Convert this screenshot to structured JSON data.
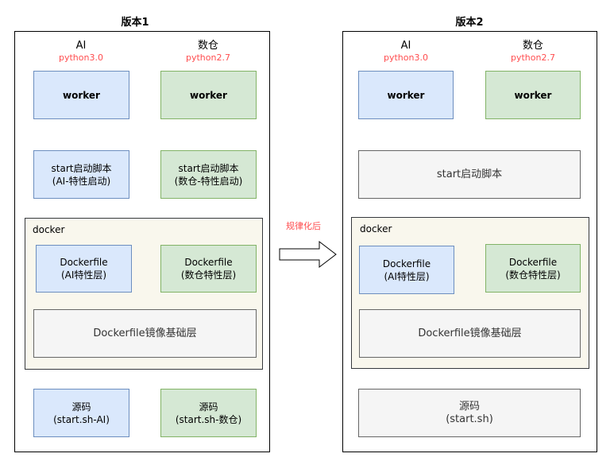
{
  "v1": {
    "title": "版本1",
    "col_ai": {
      "name": "AI",
      "py": "python3.0"
    },
    "col_dc": {
      "name": "数仓",
      "py": "python2.7"
    },
    "worker_ai": "worker",
    "worker_dc": "worker",
    "start_ai": [
      "start启动脚本",
      "(AI-特性启动)"
    ],
    "start_dc": [
      "start启动脚本",
      "(数仓-特性启动)"
    ],
    "docker_label": "docker",
    "df_ai": [
      "Dockerfile",
      "(AI特性层)"
    ],
    "df_dc": [
      "Dockerfile",
      "(数仓特性层)"
    ],
    "df_base": "Dockerfile镜像基础层",
    "src_ai": [
      "源码",
      "(start.sh-AI)"
    ],
    "src_dc": [
      "源码",
      "(start.sh-数仓)"
    ]
  },
  "arrow_label": "规律化后",
  "v2": {
    "title": "版本2",
    "col_ai": {
      "name": "AI",
      "py": "python3.0"
    },
    "col_dc": {
      "name": "数仓",
      "py": "python2.7"
    },
    "worker_ai": "worker",
    "worker_dc": "worker",
    "start": "start启动脚本",
    "docker_label": "docker",
    "df_ai": [
      "Dockerfile",
      "(AI特性层)"
    ],
    "df_dc": [
      "Dockerfile",
      "(数仓特性层)"
    ],
    "df_base": "Dockerfile镜像基础层",
    "src": [
      "源码",
      "(start.sh)"
    ]
  }
}
